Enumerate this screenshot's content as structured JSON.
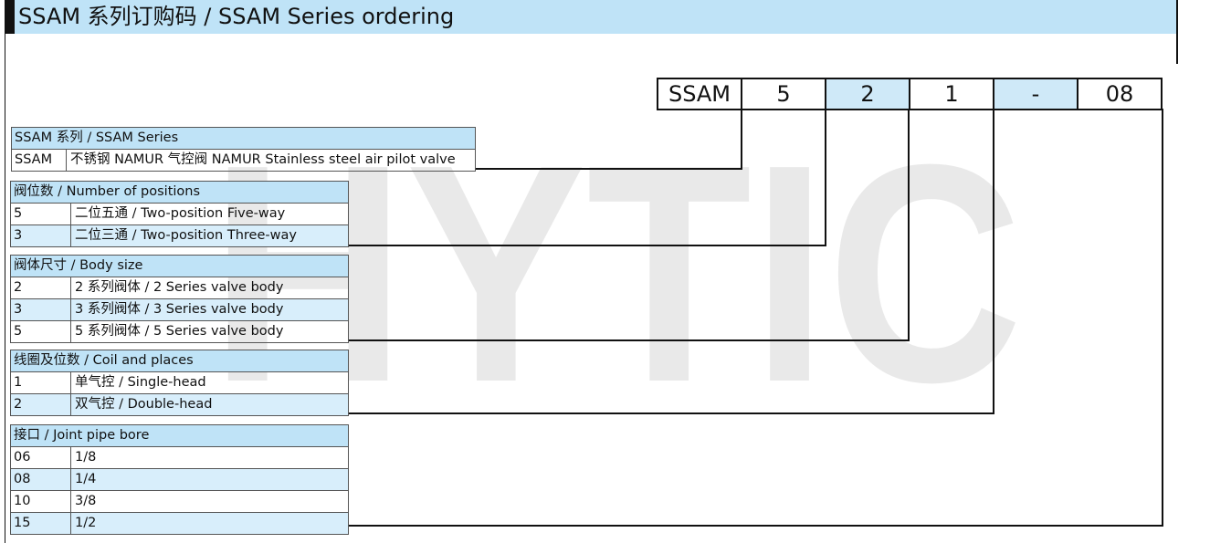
{
  "header": {
    "title": "SSAM 系列订购码 /  SSAM Series ordering"
  },
  "watermark": {
    "text": "HYTIC"
  },
  "code": [
    "SSAM",
    "5",
    "2",
    "1",
    "-",
    "08"
  ],
  "tables": {
    "series": {
      "title": "SSAM 系列 / SSAM Series",
      "rows": [
        {
          "code": "SSAM",
          "desc": "不锈钢 NAMUR 气控阀 NAMUR Stainless steel air pilot valve"
        }
      ]
    },
    "positions": {
      "title": "阀位数 /  Number of positions",
      "rows": [
        {
          "code": "5",
          "desc": "二位五通 /  Two-position Five-way"
        },
        {
          "code": "3",
          "desc": "二位三通 /  Two-position Three-way"
        }
      ]
    },
    "body_size": {
      "title": "阀体尺寸 / Body size",
      "rows": [
        {
          "code": "2",
          "desc": "2 系列阀体 / 2 Series valve body"
        },
        {
          "code": "3",
          "desc": "3 系列阀体 / 3 Series valve body"
        },
        {
          "code": "5",
          "desc": "5 系列阀体 / 5 Series valve body"
        }
      ]
    },
    "coil": {
      "title": "线圈及位数 / Coil and places",
      "rows": [
        {
          "code": "1",
          "desc": "单气控 / Single-head"
        },
        {
          "code": "2",
          "desc": "双气控 / Double-head"
        }
      ]
    },
    "pipe_bore": {
      "title": "接口 / Joint pipe bore",
      "rows": [
        {
          "code": "06",
          "desc": "1/8"
        },
        {
          "code": "08",
          "desc": "1/4"
        },
        {
          "code": "10",
          "desc": "3/8"
        },
        {
          "code": "15",
          "desc": "1/2"
        }
      ]
    }
  }
}
